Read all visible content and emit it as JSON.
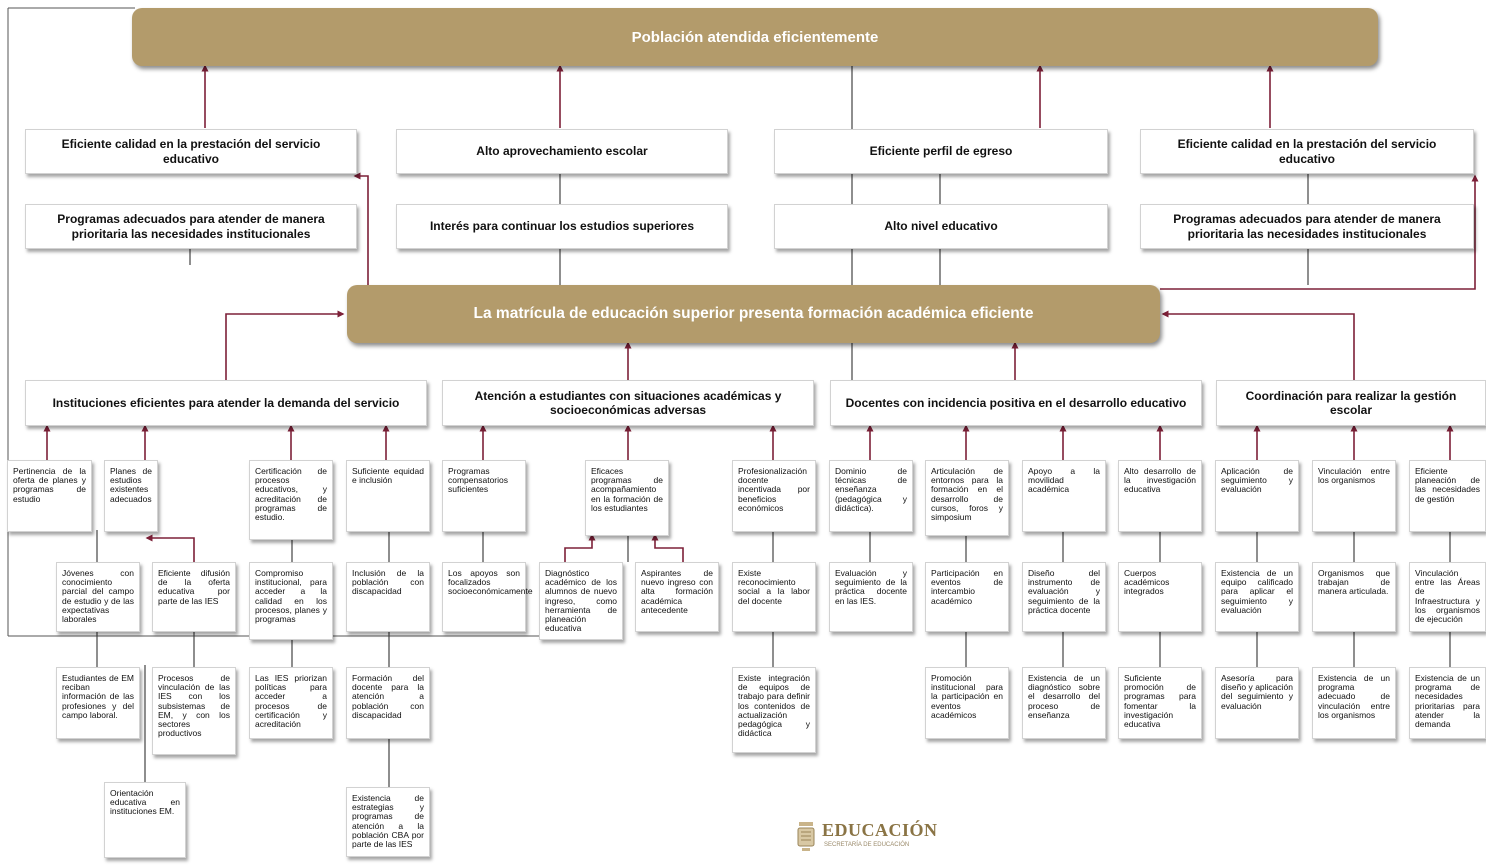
{
  "colors": {
    "gold": "#b39b6b",
    "connector": "#7d2038",
    "neutral": "#444444"
  },
  "top_banner": "Población atendida eficientemente",
  "center_banner": "La matrícula de educación superior presenta formación académica eficiente",
  "effects_row1": [
    "Eficiente calidad en la prestación del servicio educativo",
    "Alto aprovechamiento escolar",
    "Eficiente perfil de egreso",
    "Eficiente calidad en la prestación del servicio educativo"
  ],
  "effects_row2": [
    "Programas adecuados para atender de manera prioritaria las necesidades institucionales",
    "Interés para continuar los estudios superiores",
    "Alto nivel educativo",
    "Programas adecuados para atender de manera prioritaria las necesidades institucionales"
  ],
  "components": [
    "Instituciones eficientes para atender la demanda del servicio",
    "Atención a estudiantes con situaciones académicas y socioeconómicas adversas",
    "Docentes con incidencia positiva en el desarrollo educativo",
    "Coordinación para realizar la gestión escolar"
  ],
  "activities": {
    "a1": "Pertinencia de la oferta de planes y programas de estudio",
    "a2": "Planes de estudios existentes adecuados",
    "a3": "Certificación de procesos educativos, y acreditación de programas de estudio.",
    "a4": "Suficiente equidad e inclusión",
    "a5": "Programas compensatorios suficientes",
    "a6": "Eficaces programas de acompañamiento en la formación de los estudiantes",
    "a7": "Profesionalización docente incentivada por beneficios económicos",
    "a8": "Dominio de técnicas de enseñanza (pedagógica y didáctica).",
    "a9": "Articulación de entornos para la formación en el desarrollo de cursos, foros y simposium",
    "a10": "Apoyo a la movilidad académica",
    "a11": "Alto desarrollo de la investigación educativa",
    "a12": "Aplicación de seguimiento y evaluación",
    "a13": "Vinculación entre los organismos",
    "a14": "Eficiente planeación de las necesidades de gestión",
    "b1": "Jóvenes con conocimiento parcial del campo de estudio y de las expectativas laborales",
    "b2": "Eficiente difusión de la oferta educativa por parte de las IES",
    "b3": "Compromiso institucional, para acceder a la calidad en los procesos, planes y programas",
    "b4": "Inclusión de la población con discapacidad",
    "b5": "Los apoyos son focalizados socioeconómicamente",
    "b6": "Diagnóstico académico de los alumnos de nuevo ingreso, como herramienta de planeación educativa",
    "b7": "Aspirantes de nuevo ingreso con alta formación académica antecedente",
    "b8": "Existe reconocimiento social a la labor del docente",
    "b9": "Evaluación y seguimiento de la práctica docente en las IES.",
    "b10": "Participación en eventos de intercambio académico",
    "b11": "Diseño del instrumento de evaluación y seguimiento de la práctica docente",
    "b12": "Cuerpos académicos integrados",
    "b13": "Existencia de un equipo calificado para aplicar el seguimiento y evaluación",
    "b14": "Organismos que trabajan de manera articulada.",
    "b15": "Vinculación entre las Áreas de Infraestructura y los organismos de ejecución",
    "c1": "Estudiantes de EM reciban información de las profesiones y del campo laboral.",
    "c2": "Procesos de vinculación de las IES con los subsistemas de EM, y con los sectores productivos",
    "c3": "Las IES priorizan políticas para acceder a procesos de certificación y acreditación",
    "c4": "Formación del docente para la atención a población con discapacidad",
    "c5": "Existe integración de equipos de trabajo para definir los contenidos de actualización pedagógica y didáctica",
    "c6": "Promoción institucional para la participación en eventos académicos",
    "c7": "Existencia de un diagnóstico sobre el desarrollo del proceso de enseñanza",
    "c8": "Suficiente promoción de programas para fomentar la investigación educativa",
    "c9": "Asesoría para diseño y aplicación del seguimiento y evaluación",
    "c10": "Existencia de un programa adecuado de vinculación entre los organismos",
    "c11": "Existencia de un programa de necesidades prioritarias para atender la demanda",
    "d1": "Orientación educativa en instituciones EM.",
    "d2": "Existencia de estrategias y programas de atención a la población CBA por parte de las IES"
  },
  "logo": {
    "title": "EDUCACIÓN",
    "subtitle": "SECRETARÍA DE EDUCACIÓN"
  }
}
